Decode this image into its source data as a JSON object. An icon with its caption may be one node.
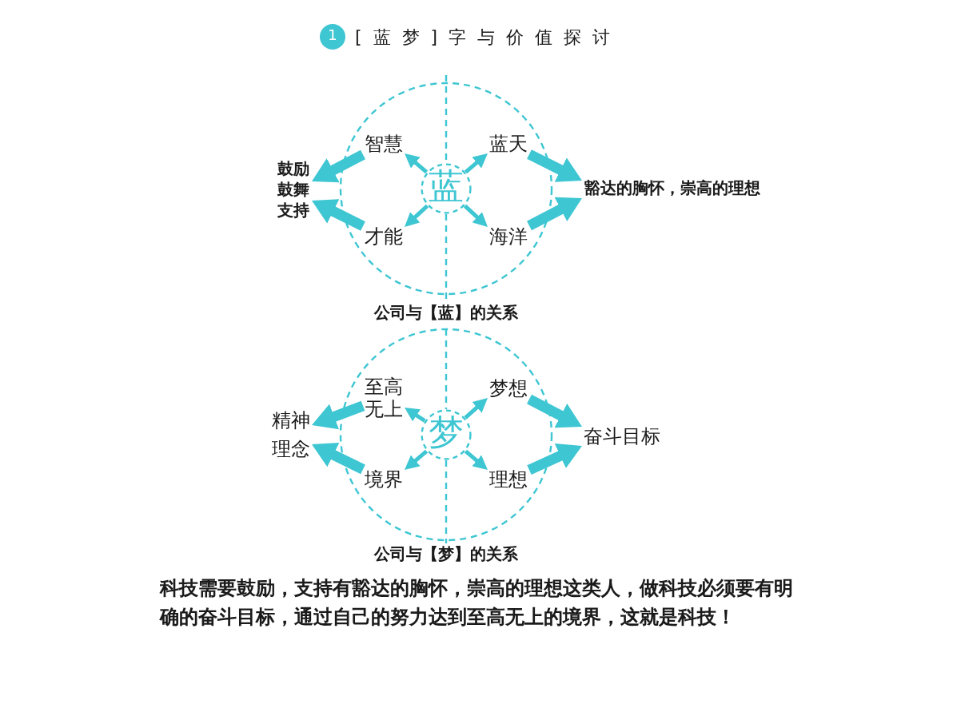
{
  "diagram": {
    "title": "[蓝梦]字与价值探讨",
    "caption": "科技需要鼓励，支持有豁达的胸怀，崇高的理想这类人，做科技必须要有明确的奋斗目标，通过自己的努力达到至高无上的境界，这就是科技！",
    "nodes": [
      {
        "text": [
          "鼓励",
          "鼓舞",
          "支持"
        ]
      },
      {
        "text": [
          "智慧"
        ]
      },
      {
        "text": [
          "才能"
        ]
      },
      {
        "text": [
          "蓝"
        ]
      },
      {
        "text": [
          "蓝天"
        ]
      },
      {
        "text": [
          "海洋"
        ]
      },
      {
        "text": [
          "豁达的胸怀，崇高的理想"
        ]
      },
      {
        "text": [
          "精神",
          "理念"
        ]
      },
      {
        "text": [
          "至高无上"
        ]
      },
      {
        "text": [
          "境界"
        ]
      },
      {
        "text": [
          "梦"
        ]
      },
      {
        "text": [
          "梦想"
        ]
      },
      {
        "text": [
          "理想"
        ]
      },
      {
        "text": [
          "奋斗目标"
        ]
      }
    ],
    "edges": [
      {
        "from": 3,
        "to": 1,
        "arrow": "to"
      },
      {
        "from": 3,
        "to": 2,
        "arrow": "to"
      },
      {
        "from": 3,
        "to": 4,
        "arrow": "to"
      },
      {
        "from": 3,
        "to": 5,
        "arrow": "to"
      },
      {
        "from": 1,
        "to": 0,
        "arrow": "to",
        "style": "thick"
      },
      {
        "from": 2,
        "to": 0,
        "arrow": "to",
        "style": "thick"
      },
      {
        "from": 4,
        "to": 6,
        "arrow": "to",
        "style": "thick"
      },
      {
        "from": 5,
        "to": 6,
        "arrow": "to",
        "style": "thick"
      },
      {
        "from": 10,
        "to": 8,
        "arrow": "to"
      },
      {
        "from": 10,
        "to": 9,
        "arrow": "to"
      },
      {
        "from": 10,
        "to": 11,
        "arrow": "to"
      },
      {
        "from": 10,
        "to": 12,
        "arrow": "to"
      },
      {
        "from": 8,
        "to": 7,
        "arrow": "to",
        "style": "thick"
      },
      {
        "from": 9,
        "to": 7,
        "arrow": "to",
        "style": "thick"
      },
      {
        "from": 11,
        "to": 13,
        "arrow": "to",
        "style": "thick"
      },
      {
        "from": 12,
        "to": 13,
        "arrow": "to",
        "style": "thick"
      }
    ],
    "labels": [
      "1",
      "公司与【蓝】的关系",
      "公司与【梦】的关系"
    ]
  }
}
